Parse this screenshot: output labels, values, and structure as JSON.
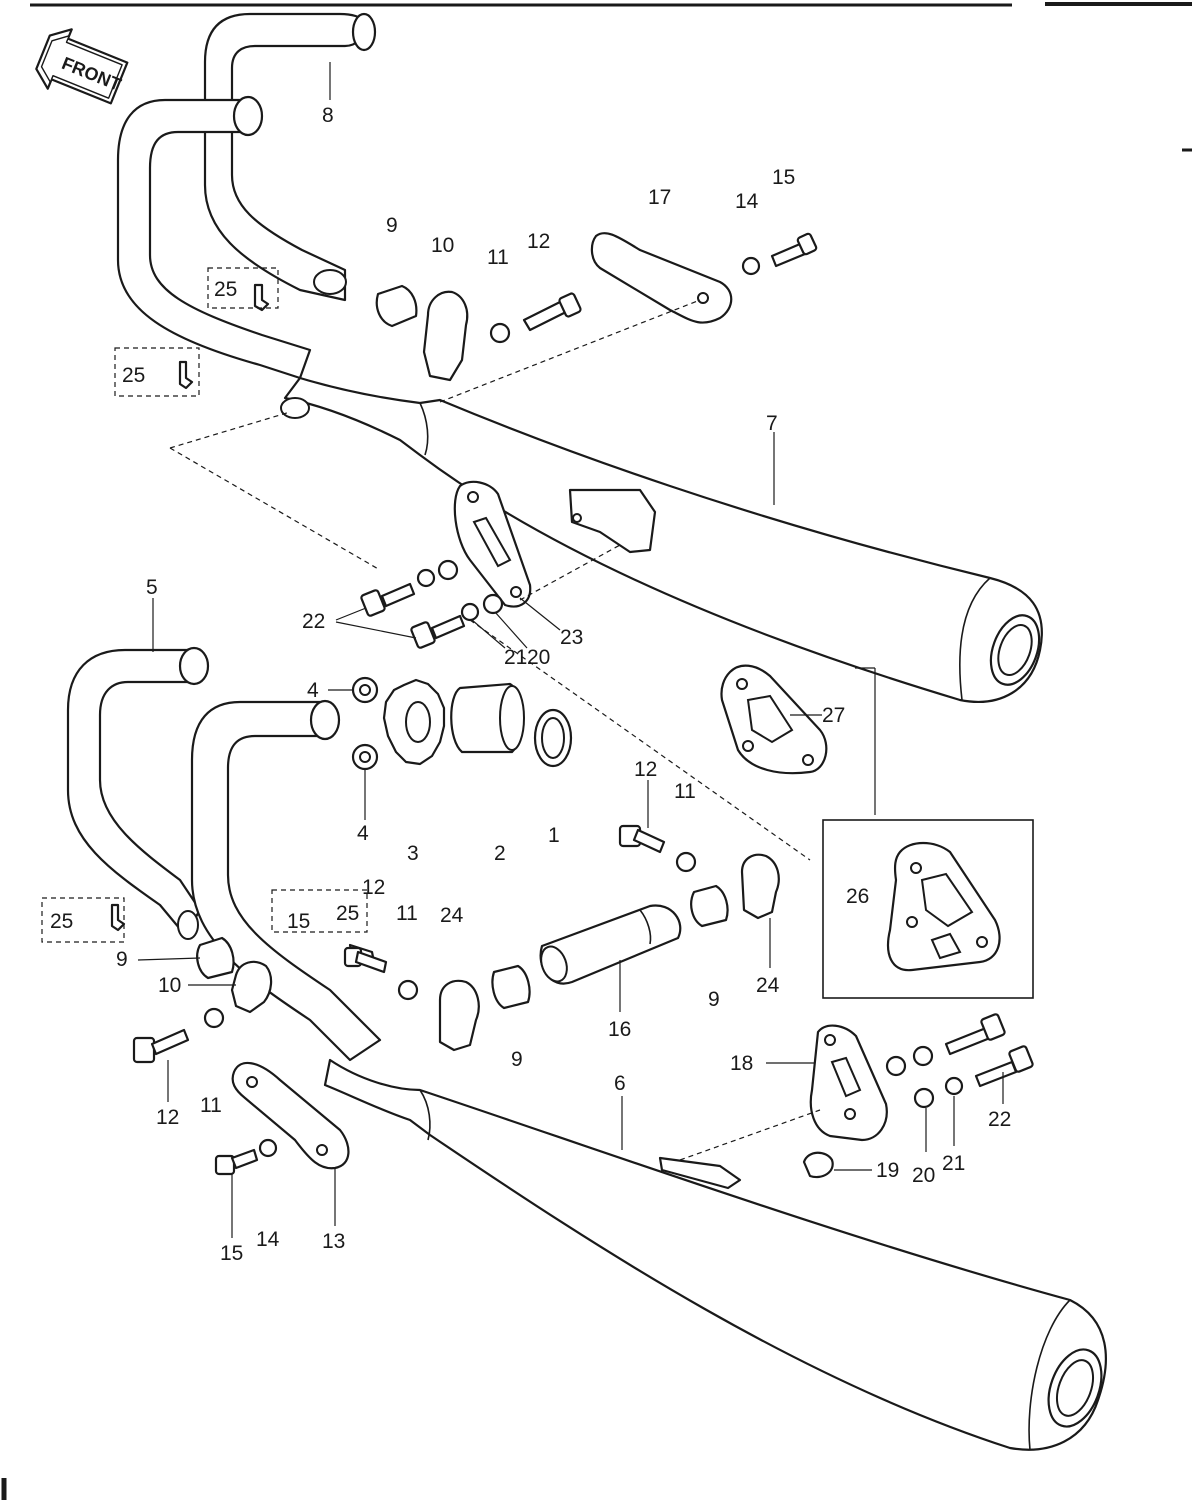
{
  "front_badge": {
    "label": "FRONT"
  },
  "callouts": [
    {
      "id": "c8",
      "text": "8"
    },
    {
      "id": "c9a",
      "text": "9"
    },
    {
      "id": "c10a",
      "text": "10"
    },
    {
      "id": "c11a",
      "text": "11"
    },
    {
      "id": "c12a",
      "text": "12"
    },
    {
      "id": "c17",
      "text": "17"
    },
    {
      "id": "c14a",
      "text": "14"
    },
    {
      "id": "c15a",
      "text": "15"
    },
    {
      "id": "c25a",
      "text": "25"
    },
    {
      "id": "c25b",
      "text": "25"
    },
    {
      "id": "c7",
      "text": "7"
    },
    {
      "id": "c5",
      "text": "5"
    },
    {
      "id": "c22a",
      "text": "22"
    },
    {
      "id": "c23",
      "text": "23"
    },
    {
      "id": "c21a",
      "text": "21"
    },
    {
      "id": "c20a",
      "text": "20"
    },
    {
      "id": "c4a",
      "text": "4"
    },
    {
      "id": "c4b",
      "text": "4"
    },
    {
      "id": "c3",
      "text": "3"
    },
    {
      "id": "c2",
      "text": "2"
    },
    {
      "id": "c1",
      "text": "1"
    },
    {
      "id": "c27",
      "text": "27"
    },
    {
      "id": "c12b",
      "text": "12"
    },
    {
      "id": "c11b",
      "text": "11"
    },
    {
      "id": "c26",
      "text": "26"
    },
    {
      "id": "c12c",
      "text": "12"
    },
    {
      "id": "c15b",
      "text": "15"
    },
    {
      "id": "c25c",
      "text": "25"
    },
    {
      "id": "c11c",
      "text": "11"
    },
    {
      "id": "c24a",
      "text": "24"
    },
    {
      "id": "c25d",
      "text": "25"
    },
    {
      "id": "c9b",
      "text": "9"
    },
    {
      "id": "c10b",
      "text": "10"
    },
    {
      "id": "c9c",
      "text": "9"
    },
    {
      "id": "c16",
      "text": "16"
    },
    {
      "id": "c9d",
      "text": "9"
    },
    {
      "id": "c24b",
      "text": "24"
    },
    {
      "id": "c12d",
      "text": "12"
    },
    {
      "id": "c11d",
      "text": "11"
    },
    {
      "id": "c6",
      "text": "6"
    },
    {
      "id": "c18",
      "text": "18"
    },
    {
      "id": "c22b",
      "text": "22"
    },
    {
      "id": "c19",
      "text": "19"
    },
    {
      "id": "c20b",
      "text": "20"
    },
    {
      "id": "c21b",
      "text": "21"
    },
    {
      "id": "c15c",
      "text": "15"
    },
    {
      "id": "c14b",
      "text": "14"
    },
    {
      "id": "c13",
      "text": "13"
    }
  ]
}
